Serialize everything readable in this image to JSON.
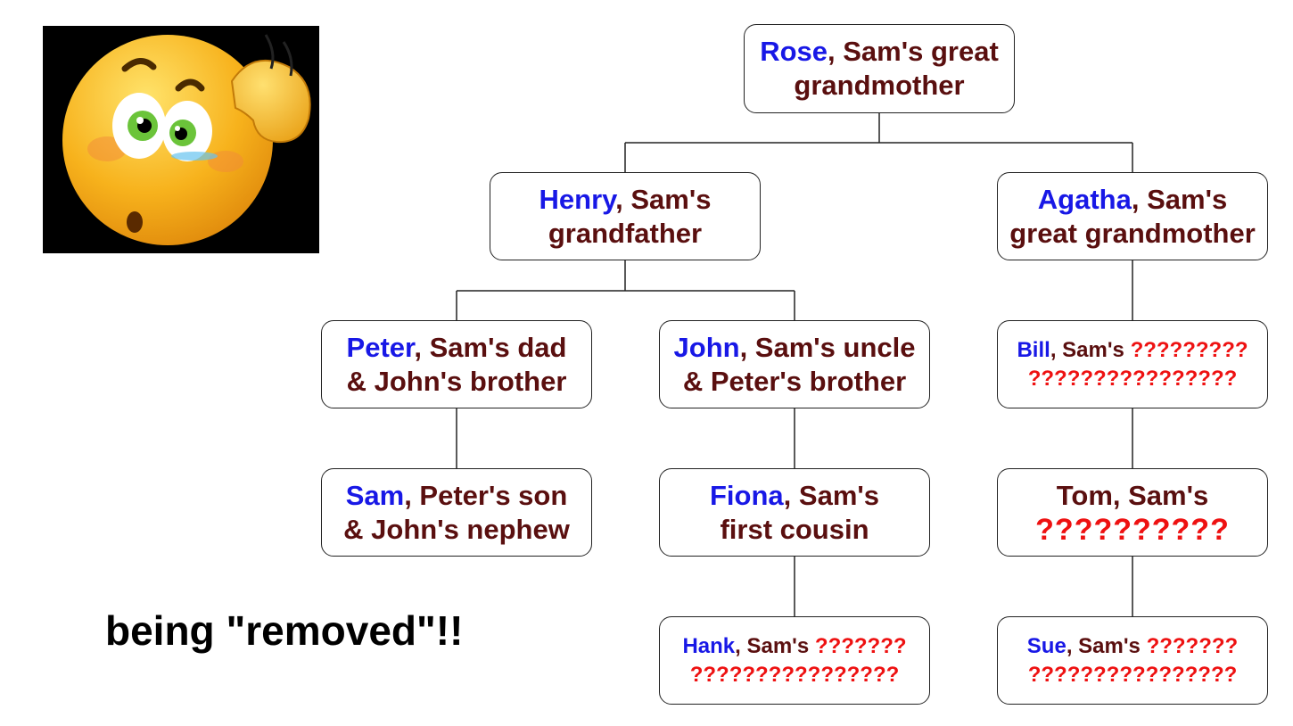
{
  "nodes": {
    "rose": {
      "name": "Rose",
      "line1": ", Sam's great",
      "line2": "grandmother"
    },
    "henry": {
      "name": "Henry",
      "line1": ", Sam's",
      "line2": "grandfather"
    },
    "agatha": {
      "name": "Agatha",
      "line1": ", Sam's",
      "line2": "great grandmother"
    },
    "peter": {
      "name": "Peter",
      "line1": ", Sam's dad",
      "line2": "& John's brother"
    },
    "john": {
      "name": "John",
      "line1": ", Sam's uncle",
      "line2": "& Peter's brother"
    },
    "bill": {
      "name": "Bill",
      "line1": ", Sam's ",
      "q1": "?????????",
      "q2": "????????????????"
    },
    "sam": {
      "name": "Sam",
      "line1": ", Peter's son",
      "line2": "& John's nephew"
    },
    "fiona": {
      "name": "Fiona",
      "line1": ", Sam's",
      "line2": "first cousin"
    },
    "tom": {
      "line1": "Tom, Sam's",
      "q2": "??????????"
    },
    "hank": {
      "name": "Hank",
      "line1": ", Sam's ",
      "q1": "???????",
      "q2": "????????????????"
    },
    "sue": {
      "name": "Sue",
      "line1": ", Sam's ",
      "q1": "???????",
      "q2": "????????????????"
    }
  },
  "tagline": "being \"removed\"!!",
  "emoji": {
    "icon": "confused-emoji",
    "background": "#000000",
    "face": "#f7b21c",
    "eyes": "#6bc43a"
  },
  "colors": {
    "name": "#1818e6",
    "relation": "#5a0f0f",
    "unknown": "#ee1111",
    "line": "#222222"
  }
}
